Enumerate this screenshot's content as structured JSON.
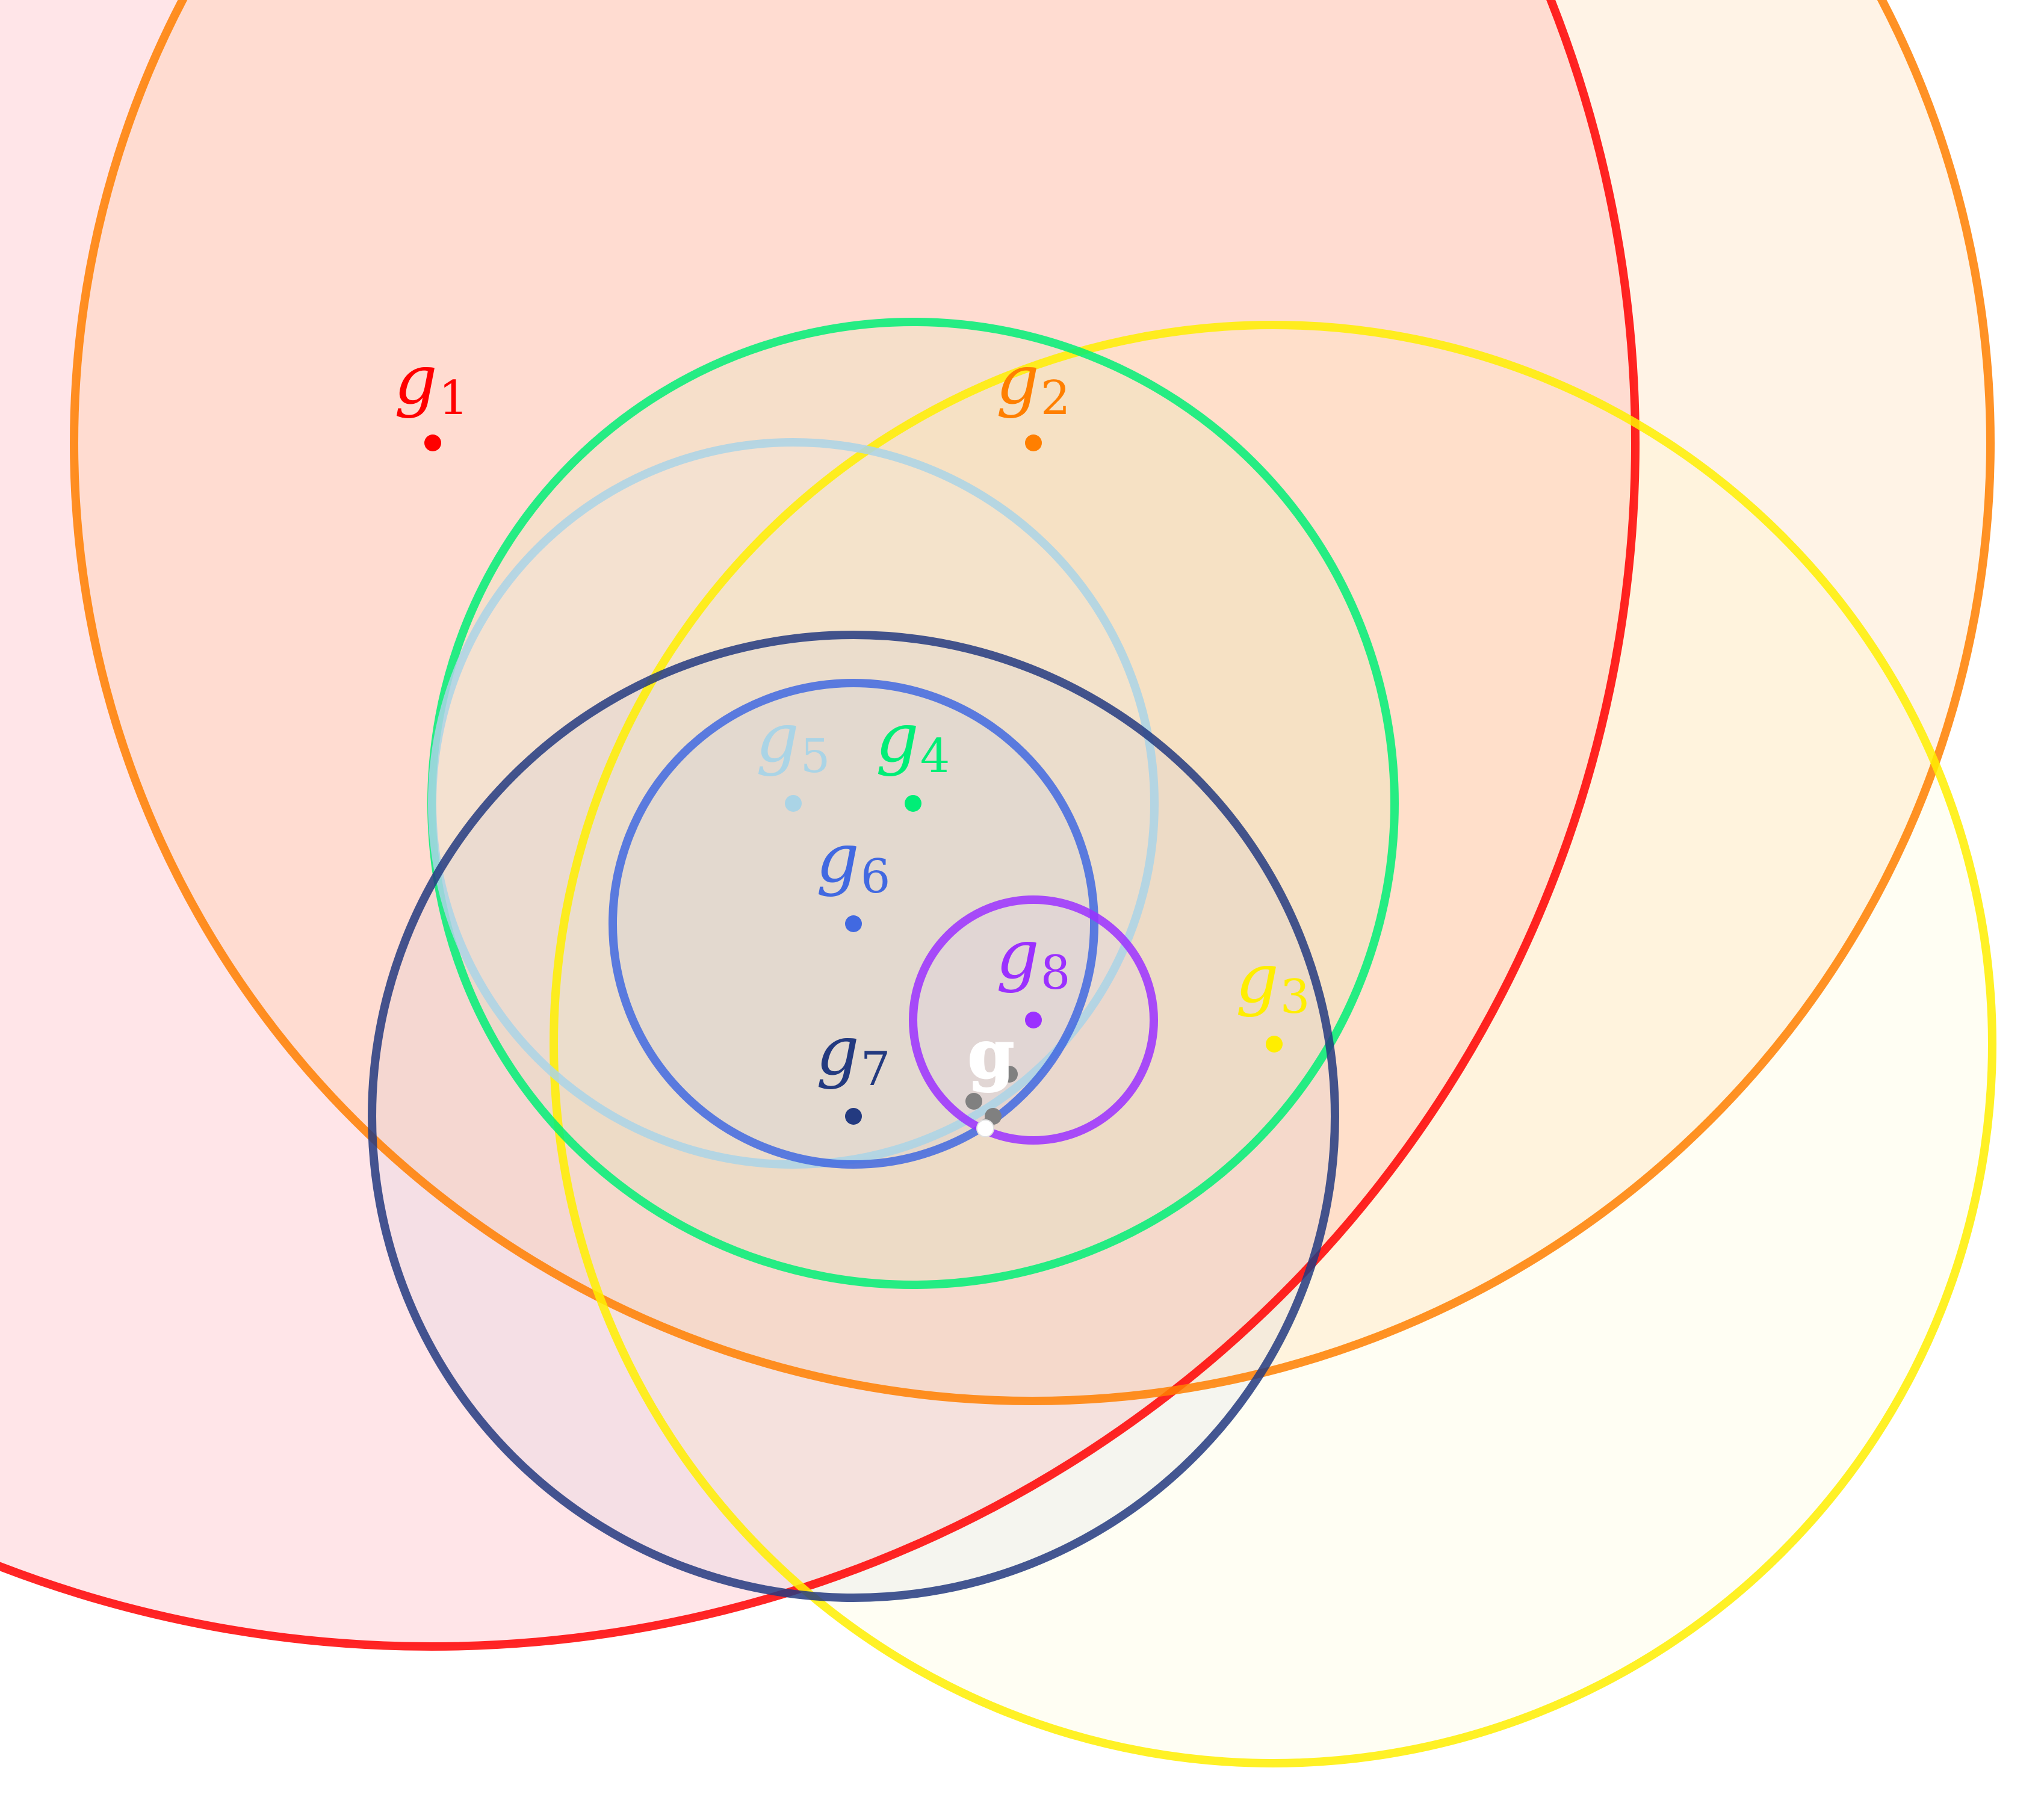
{
  "diagram": {
    "circles": [
      {
        "id": "g1",
        "label": "g",
        "subscript": "1",
        "color": "#ff0000",
        "fill": "#ff2d3f"
      },
      {
        "id": "g2",
        "label": "g",
        "subscript": "2",
        "color": "#ff7f00",
        "fill": "#ff9a33"
      },
      {
        "id": "g3",
        "label": "g",
        "subscript": "3",
        "color": "#ffee00",
        "fill": "#fff3a0"
      },
      {
        "id": "g4",
        "label": "g",
        "subscript": "4",
        "color": "#00ee77",
        "fill": "#b8f5a0"
      },
      {
        "id": "g5",
        "label": "g",
        "subscript": "5",
        "color": "#aad4e6",
        "fill": "#e6f7ff"
      },
      {
        "id": "g6",
        "label": "g",
        "subscript": "6",
        "color": "#4169e1",
        "fill": "#b0c0f0"
      },
      {
        "id": "g7",
        "label": "g",
        "subscript": "7",
        "color": "#233a80",
        "fill": "#b0b8d8"
      },
      {
        "id": "g8",
        "label": "g",
        "subscript": "8",
        "color": "#9b30ff",
        "fill": "#d9c7ff"
      }
    ],
    "barycenter": {
      "label": "g",
      "color": "#ffffff"
    },
    "path_point_color": "#808080"
  }
}
